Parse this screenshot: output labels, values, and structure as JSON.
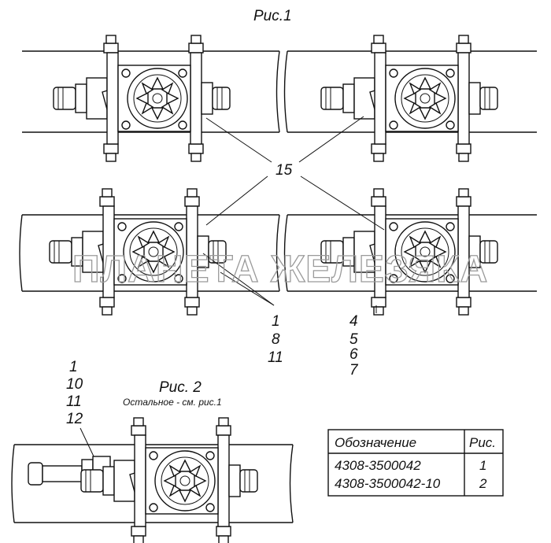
{
  "figure1": {
    "title": "Рис.1",
    "callout_15": "15",
    "callout_left_group": [
      "1",
      "8",
      "11"
    ],
    "callout_right_group": [
      "4",
      "5",
      "6",
      "7"
    ]
  },
  "figure2": {
    "title": "Рис. 2",
    "subtitle": "Остальное - см. рис.1",
    "callout_group": [
      "1",
      "10",
      "11",
      "12"
    ]
  },
  "table": {
    "headers": [
      "Обозначение",
      "Рис."
    ],
    "rows": [
      [
        "4308-3500042",
        "1"
      ],
      [
        "4308-3500042-10",
        "2"
      ]
    ]
  },
  "watermark": "ПЛАНЕТА ЖЕЛЕЗЯКА"
}
